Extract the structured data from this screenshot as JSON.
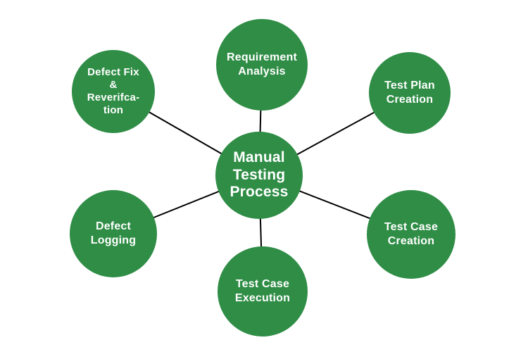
{
  "diagram": {
    "type": "hub-and-spoke",
    "colors": {
      "node_fill": "#2f8d46",
      "label_text": "#ffffff",
      "connector": "#000000",
      "background": "#ffffff"
    },
    "hub": {
      "id": "manual-testing-process",
      "label": "Manual\nTesting\nProcess"
    },
    "nodes": [
      {
        "id": "requirement-analysis",
        "label": "Requirement\nAnalysis"
      },
      {
        "id": "test-plan-creation",
        "label": "Test Plan\nCreation"
      },
      {
        "id": "test-case-creation",
        "label": "Test Case\nCreation"
      },
      {
        "id": "test-case-execution",
        "label": "Test Case\nExecution"
      },
      {
        "id": "defect-logging",
        "label": "Defect\nLogging"
      },
      {
        "id": "defect-fix-reverification",
        "label": "Defect Fix\n&\nReverifca-\ntion"
      }
    ]
  }
}
